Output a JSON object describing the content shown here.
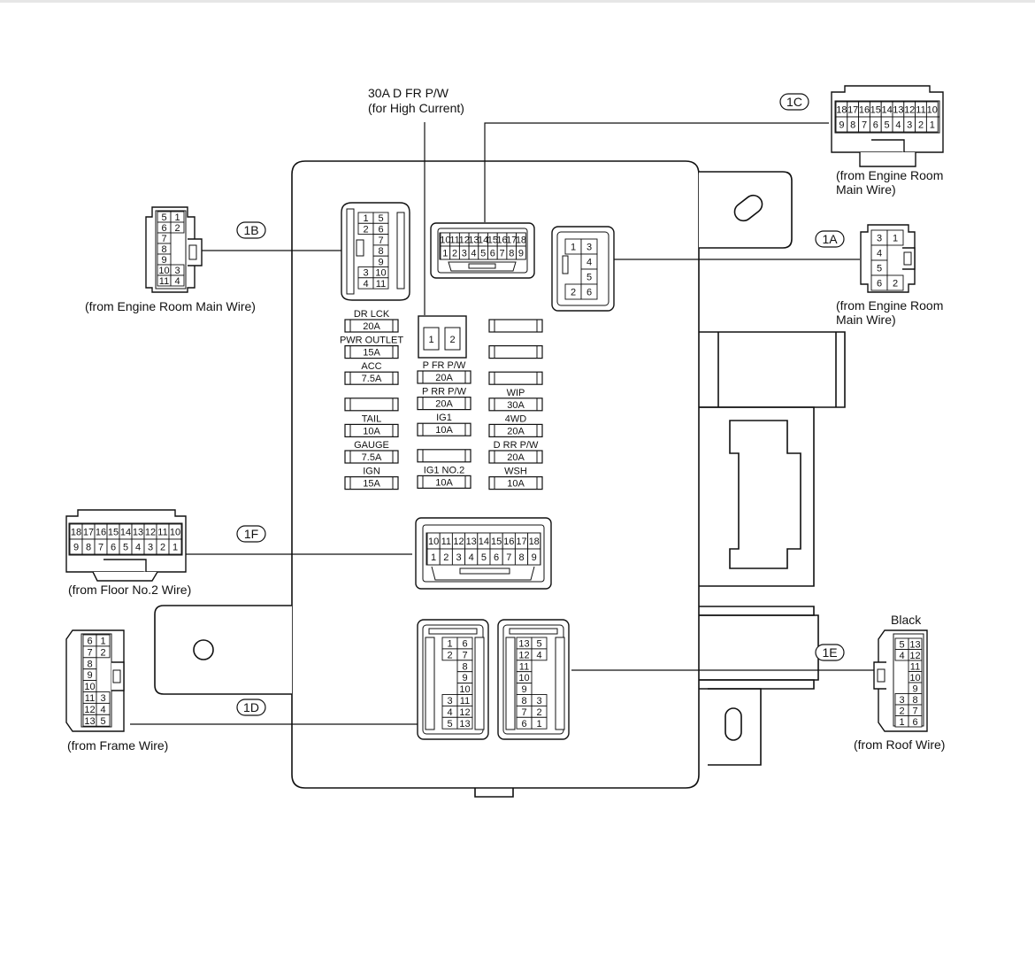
{
  "top_label": [
    "30A D FR P/W",
    "(for High Current)"
  ],
  "refs": {
    "a": "1A",
    "b": "1B",
    "c": "1C",
    "d": "1D",
    "e": "1E",
    "f": "1F"
  },
  "captions": {
    "a": [
      "(from Engine Room",
      "Main Wire)"
    ],
    "b": [
      "(from Engine Room Main Wire)"
    ],
    "c": [
      "(from Engine Room",
      "Main Wire)"
    ],
    "d": [
      "(from Frame Wire)"
    ],
    "e": [
      "(from Roof Wire)"
    ],
    "f": [
      "(from Floor No.2 Wire)"
    ]
  },
  "black_label": "Black",
  "center_relay_pins": [
    "1",
    "2"
  ],
  "fuses_left": [
    {
      "name": "DR LCK",
      "rating": "20A"
    },
    {
      "name": "PWR OUTLET",
      "rating": "15A"
    },
    {
      "name": "ACC",
      "rating": "7.5A"
    },
    {
      "name": "",
      "rating": ""
    },
    {
      "name": "TAIL",
      "rating": "10A"
    },
    {
      "name": "GAUGE",
      "rating": "7.5A"
    },
    {
      "name": "IGN",
      "rating": "15A"
    }
  ],
  "fuses_mid": [
    {
      "name": "P FR P/W",
      "rating": "20A"
    },
    {
      "name": "P RR P/W",
      "rating": "20A"
    },
    {
      "name": "IG1",
      "rating": "10A"
    },
    {
      "name": "",
      "rating": ""
    },
    {
      "name": "IG1 NO.2",
      "rating": "10A"
    }
  ],
  "fuses_right": [
    {
      "name": "",
      "rating": ""
    },
    {
      "name": "",
      "rating": ""
    },
    {
      "name": "",
      "rating": ""
    },
    {
      "name": "WIP",
      "rating": "30A"
    },
    {
      "name": "4WD",
      "rating": "20A"
    },
    {
      "name": "D RR P/W",
      "rating": "20A"
    },
    {
      "name": "WSH",
      "rating": "10A"
    }
  ],
  "pins": {
    "c_row1": [
      "18",
      "17",
      "16",
      "15",
      "14",
      "13",
      "12",
      "11",
      "10"
    ],
    "c_row2": [
      "9",
      "8",
      "7",
      "6",
      "5",
      "4",
      "3",
      "2",
      "1"
    ],
    "c_box_row1": [
      "10",
      "11",
      "12",
      "13",
      "14",
      "15",
      "16",
      "17",
      "18"
    ],
    "c_box_row2": [
      "1",
      "2",
      "3",
      "4",
      "5",
      "6",
      "7",
      "8",
      "9"
    ],
    "f_row1": [
      "18",
      "17",
      "16",
      "15",
      "14",
      "13",
      "12",
      "11",
      "10"
    ],
    "f_row2": [
      "9",
      "8",
      "7",
      "6",
      "5",
      "4",
      "3",
      "2",
      "1"
    ],
    "f_box_row1": [
      "10",
      "11",
      "12",
      "13",
      "14",
      "15",
      "16",
      "17",
      "18"
    ],
    "f_box_row2": [
      "1",
      "2",
      "3",
      "4",
      "5",
      "6",
      "7",
      "8",
      "9"
    ],
    "b_conn": [
      [
        "5",
        "1"
      ],
      [
        "6",
        "2"
      ],
      [
        "7",
        ""
      ],
      [
        "8",
        ""
      ],
      [
        "9",
        ""
      ],
      [
        "10",
        "3"
      ],
      [
        "11",
        "4"
      ]
    ],
    "b_box": [
      [
        "1",
        "5"
      ],
      [
        "2",
        "6"
      ],
      [
        "",
        "7"
      ],
      [
        "",
        "8"
      ],
      [
        "",
        "9"
      ],
      [
        "3",
        "10"
      ],
      [
        "4",
        "11"
      ]
    ],
    "a_conn": [
      [
        "3",
        "1"
      ],
      [
        "4",
        ""
      ],
      [
        "5",
        ""
      ],
      [
        "6",
        "2"
      ]
    ],
    "a_box": [
      [
        "1",
        "3"
      ],
      [
        "",
        "4"
      ],
      [
        "",
        "5"
      ],
      [
        "2",
        "6"
      ]
    ],
    "d_conn": [
      [
        "6",
        "1"
      ],
      [
        "7",
        "2"
      ],
      [
        "8",
        ""
      ],
      [
        "9",
        ""
      ],
      [
        "10",
        ""
      ],
      [
        "11",
        "3"
      ],
      [
        "12",
        "4"
      ],
      [
        "13",
        "5"
      ]
    ],
    "d_box": [
      [
        "1",
        "6"
      ],
      [
        "2",
        "7"
      ],
      [
        "",
        "8"
      ],
      [
        "",
        "9"
      ],
      [
        "",
        "10"
      ],
      [
        "3",
        "11"
      ],
      [
        "4",
        "12"
      ],
      [
        "5",
        "13"
      ]
    ],
    "e_conn": [
      [
        "5",
        "13"
      ],
      [
        "4",
        "12"
      ],
      [
        "",
        "11"
      ],
      [
        "",
        "10"
      ],
      [
        "",
        "9"
      ],
      [
        "3",
        "8"
      ],
      [
        "2",
        "7"
      ],
      [
        "1",
        "6"
      ]
    ],
    "e_box": [
      [
        "13",
        "5"
      ],
      [
        "12",
        "4"
      ],
      [
        "11",
        ""
      ],
      [
        "10",
        ""
      ],
      [
        "9",
        ""
      ],
      [
        "8",
        "3"
      ],
      [
        "7",
        "2"
      ],
      [
        "6",
        "1"
      ]
    ]
  }
}
